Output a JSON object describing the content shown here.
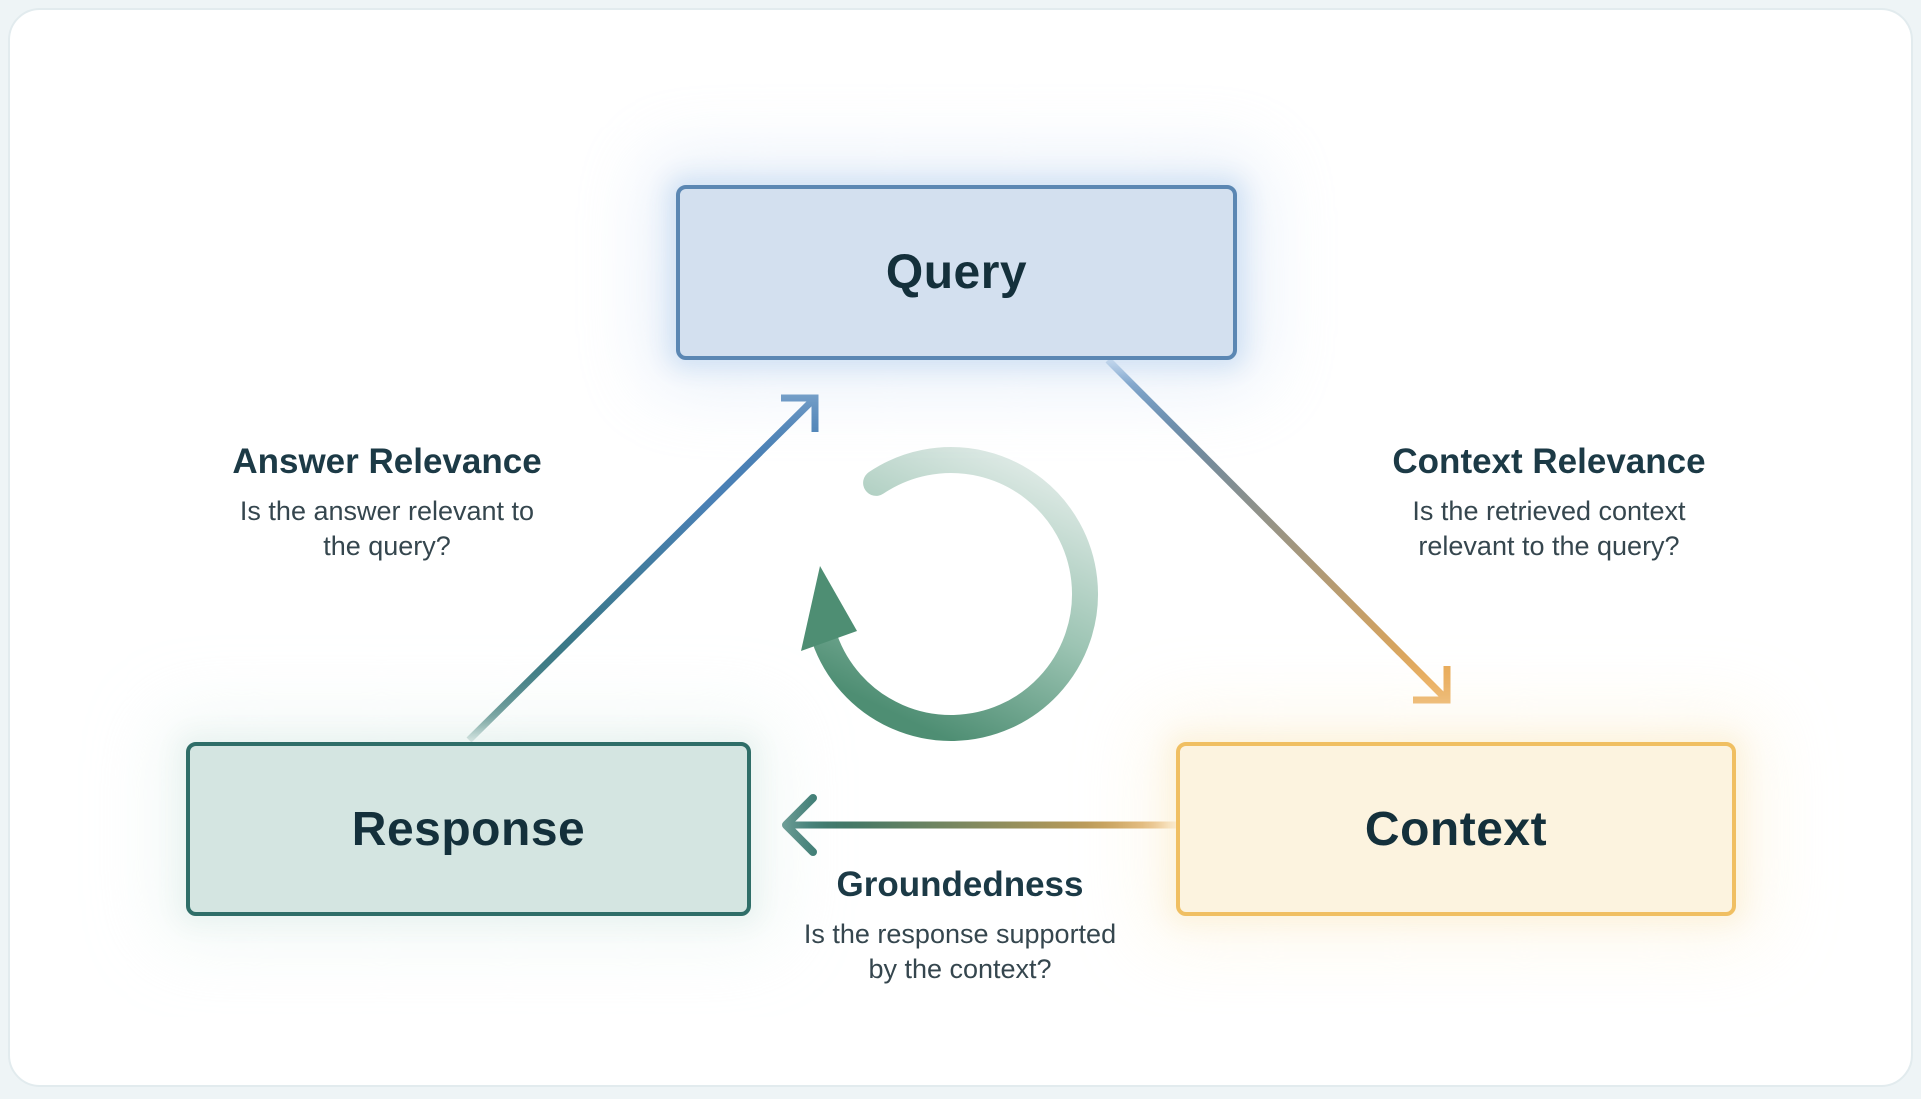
{
  "title": "RAG triad evaluation diagram",
  "colors": {
    "background": "#eef4f6",
    "card_bg": "#ffffff",
    "card_border": "#e2ebee",
    "node_text": "#14303b",
    "heading_text": "#1c3a46",
    "body_text": "#35464e",
    "query_fill": "#d3e0ef",
    "query_border": "#5b87b3",
    "response_fill": "#d4e5e1",
    "response_border": "#2f6e68",
    "context_fill": "#fcf3df",
    "context_border": "#f0bf62",
    "arrow_blue": "#4a80b5",
    "arrow_teal": "#2e7168",
    "arrow_gold": "#e8a853",
    "cycle_light": "#dbe8e3",
    "cycle_mid": "#9cc4b3",
    "cycle_dark": "#4e8e73"
  },
  "nodes": {
    "query": {
      "label": "Query"
    },
    "response": {
      "label": "Response"
    },
    "context": {
      "label": "Context"
    }
  },
  "edges": {
    "answer_relevance": {
      "title": "Answer Relevance",
      "description": "Is the answer relevant to the query?"
    },
    "context_relevance": {
      "title": "Context Relevance",
      "description": "Is the retrieved context relevant to the query?"
    },
    "groundedness": {
      "title": "Groundedness",
      "description": "Is the response supported by the context?"
    }
  }
}
